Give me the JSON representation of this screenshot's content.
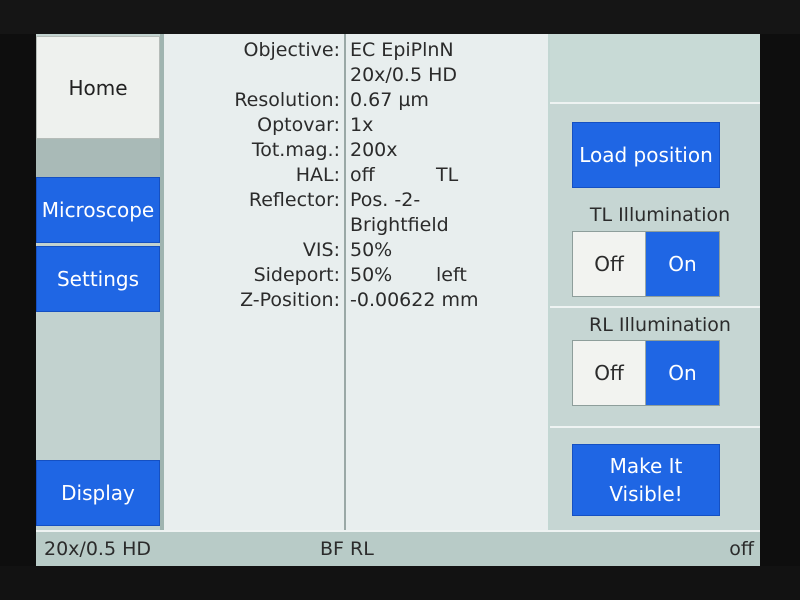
{
  "nav": {
    "home": "Home",
    "microscope": "Microscope",
    "settings": "Settings",
    "display": "Display"
  },
  "info": {
    "rows": [
      {
        "label": "Objective:",
        "value": "EC EpiPlnN",
        "value2": ""
      },
      {
        "label": "",
        "value": "20x/0.5 HD",
        "value2": ""
      },
      {
        "label": "Resolution:",
        "value": "0.67 µm",
        "value2": ""
      },
      {
        "label": "Optovar:",
        "value": "1x",
        "value2": ""
      },
      {
        "label": "Tot.mag.:",
        "value": "200x",
        "value2": ""
      },
      {
        "label": "HAL:",
        "value": "off",
        "value2": "TL"
      },
      {
        "label": "Reflector:",
        "value": "Pos. -2-",
        "value2": ""
      },
      {
        "label": "",
        "value": "Brightfield",
        "value2": ""
      },
      {
        "label": "VIS:",
        "value": "50%",
        "value2": ""
      },
      {
        "label": "Sideport:",
        "value": "50%",
        "value2": "left"
      },
      {
        "label": "Z-Position:",
        "value": "-0.00622 mm",
        "value2": ""
      }
    ]
  },
  "right": {
    "load_position": "Load position",
    "tl_label": "TL Illumination",
    "tl_off": "Off",
    "tl_on": "On",
    "rl_label": "RL Illumination",
    "rl_off": "Off",
    "rl_on": "On",
    "make_visible": "Make It Visible!"
  },
  "status": {
    "objective": "20x/0.5 HD",
    "mode": "BF RL",
    "state": "off"
  },
  "colors": {
    "accent": "#1f66e4",
    "screen_bg": "#c3d7d3",
    "panel_bg": "#e8eeee"
  }
}
